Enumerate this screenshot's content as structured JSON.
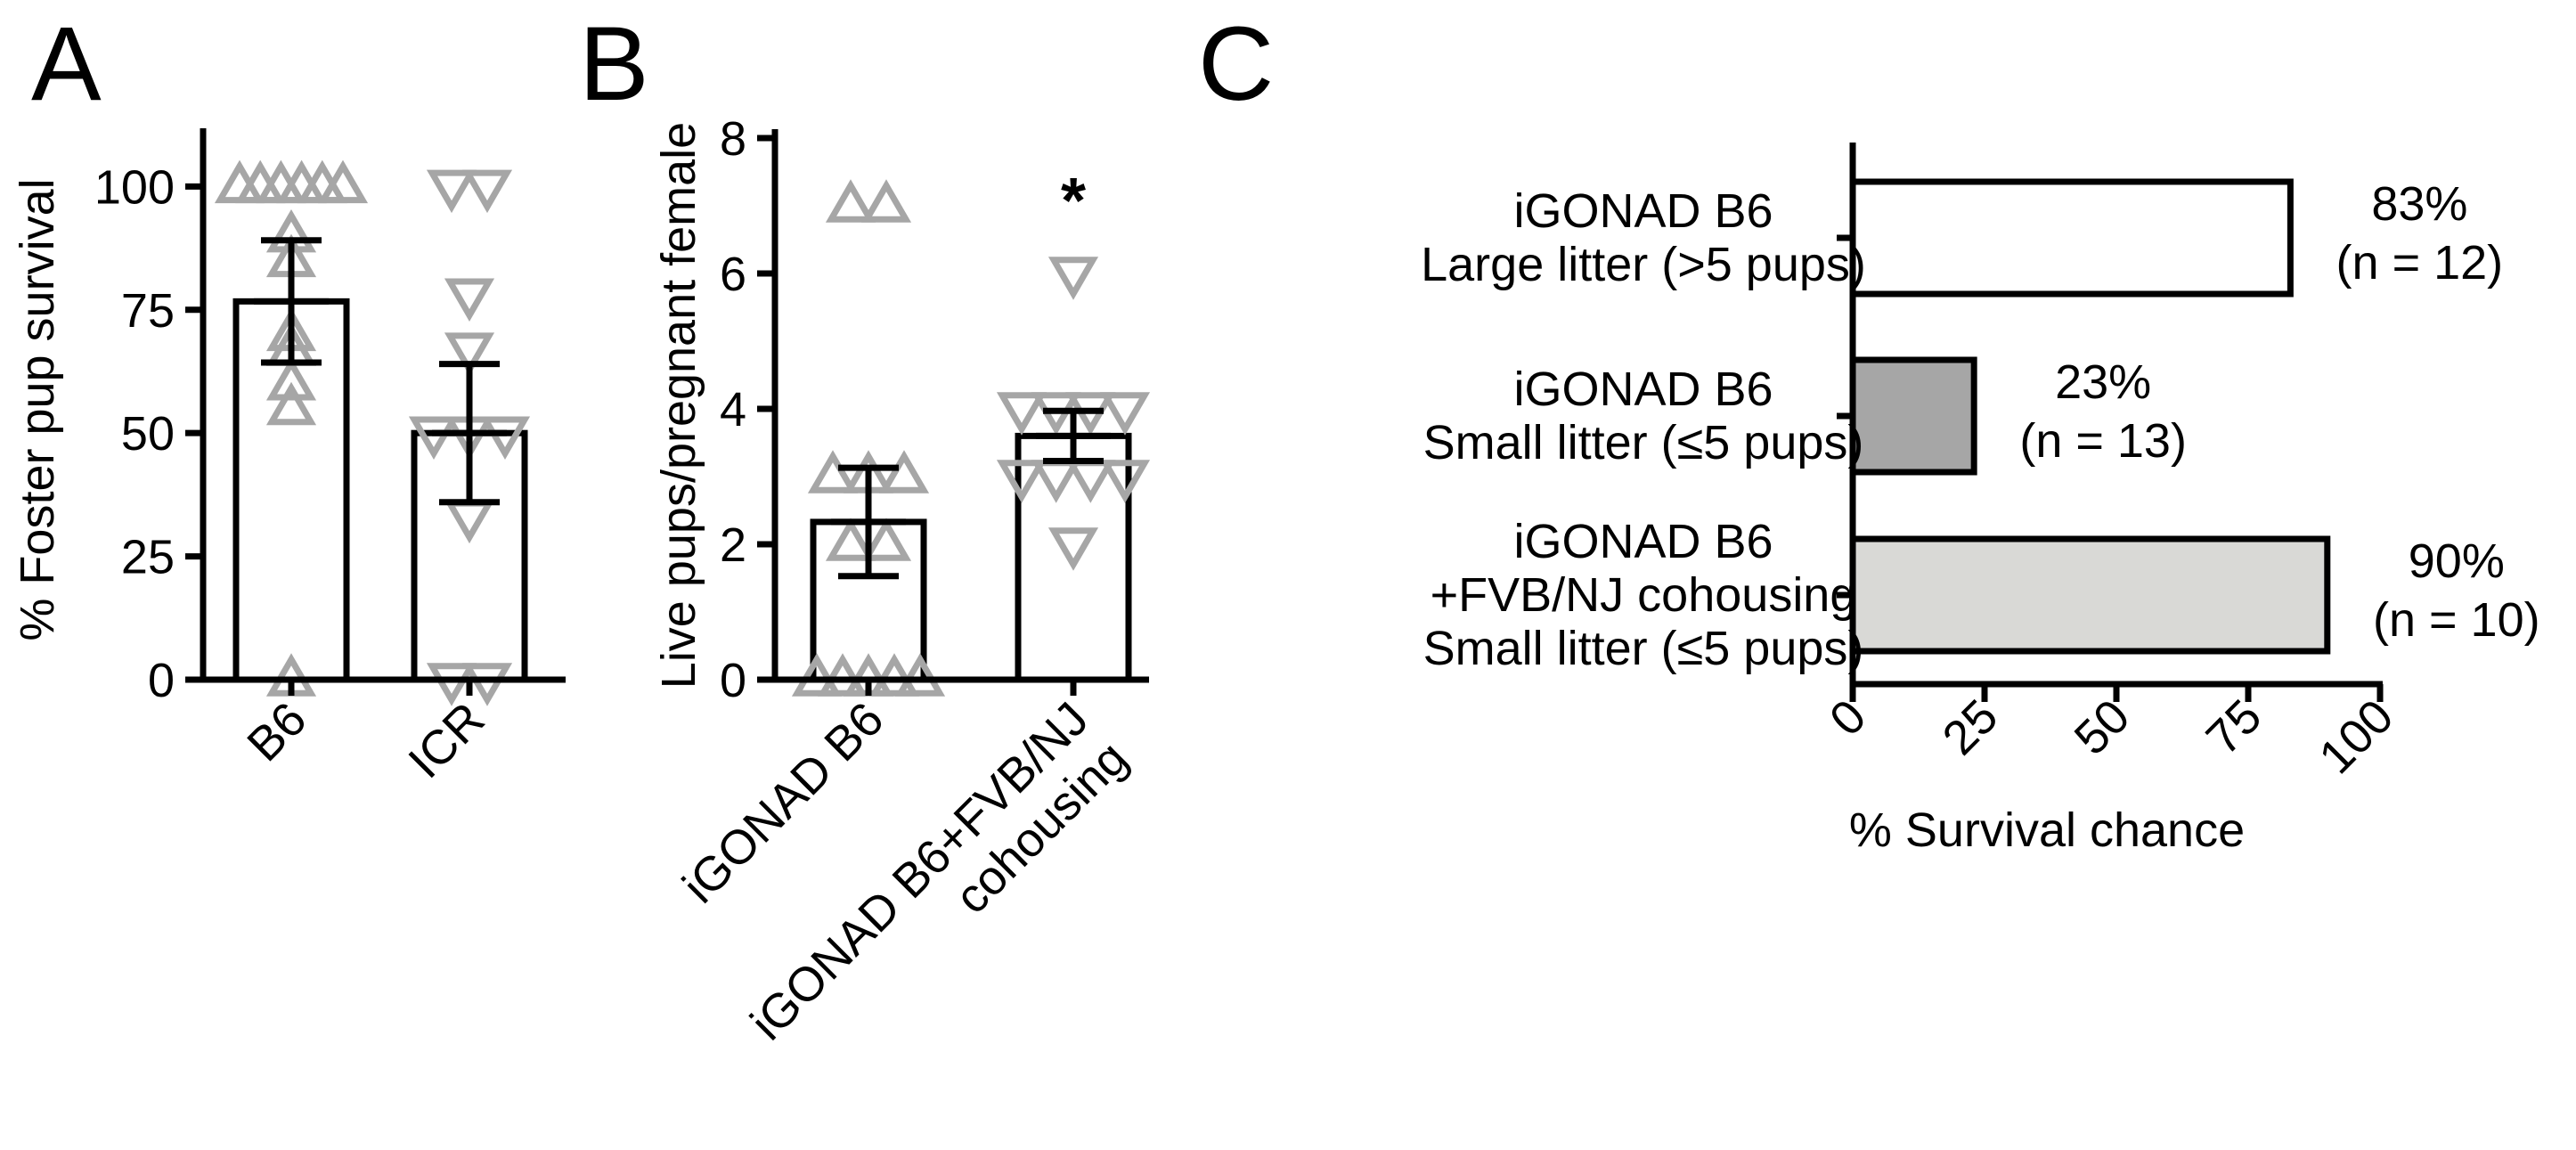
{
  "panels": {
    "a": {
      "letter": "A"
    },
    "b": {
      "letter": "B"
    },
    "c": {
      "letter": "C"
    }
  },
  "colors": {
    "axis": "#000000",
    "marker": "#a6a6a6",
    "bar_white": "#ffffff",
    "bar_dark_gray": "#a6a6a6",
    "bar_light_gray": "#d9d9d6"
  },
  "chart_data": [
    {
      "panel": "A",
      "type": "bar",
      "categories": [
        "B6",
        "ICR"
      ],
      "values": [
        76.7,
        50
      ],
      "error": [
        12.4,
        14.0
      ],
      "ylabel": "% Foster pup survival",
      "ylim": [
        0,
        110
      ],
      "yticks": [
        0,
        25,
        50,
        75,
        100
      ],
      "yticklabels": [
        "0",
        "25",
        "50",
        "75",
        "100"
      ],
      "points": [
        {
          "marker": "triangle-up",
          "values": [
            100,
            100,
            100,
            100,
            100,
            100,
            90,
            85,
            70,
            67,
            60,
            55,
            0
          ]
        },
        {
          "marker": "triangle-down",
          "values": [
            100,
            100,
            78,
            67,
            50,
            50,
            50,
            33,
            0,
            0
          ]
        }
      ]
    },
    {
      "panel": "B",
      "type": "bar",
      "categories": [
        "iGONAD B6",
        "iGONAD B6+FVB/NJ\ncohousing"
      ],
      "values": [
        2.33,
        3.6
      ],
      "error": [
        0.8,
        0.37
      ],
      "ylabel": "Live pups/pregnant female",
      "ylim": [
        0,
        8
      ],
      "yticks": [
        0,
        2,
        4,
        6,
        8
      ],
      "yticklabels": [
        "0",
        "2",
        "4",
        "6",
        "8"
      ],
      "significance": {
        "category": "iGONAD B6+FVB/NJ\ncohousing",
        "label": "*"
      },
      "points": [
        {
          "marker": "triangle-up",
          "values": [
            7,
            7,
            3,
            3,
            3,
            2,
            2,
            0,
            0,
            0,
            0,
            0
          ]
        },
        {
          "marker": "triangle-down",
          "values": [
            6,
            4,
            4,
            4,
            4,
            3,
            3,
            3,
            3,
            2
          ]
        }
      ]
    },
    {
      "panel": "C",
      "type": "bar",
      "orientation": "horizontal",
      "categories": [
        "iGONAD B6\nLarge litter (>5 pups)",
        "iGONAD B6\nSmall litter (≤5 pups)",
        "iGONAD B6\n+FVB/NJ cohousing\nSmall litter (≤5 pups)"
      ],
      "values": [
        83,
        23,
        90
      ],
      "bar_labels": [
        "83%",
        "23%",
        "90%"
      ],
      "n_labels": [
        "(n = 12)",
        "(n = 13)",
        "(n = 10)"
      ],
      "xlabel": "% Survival chance",
      "xlim": [
        0,
        100
      ],
      "xticks": [
        0,
        25,
        50,
        75,
        100
      ],
      "xticklabels": [
        "0",
        "25",
        "50",
        "75",
        "100"
      ]
    }
  ]
}
